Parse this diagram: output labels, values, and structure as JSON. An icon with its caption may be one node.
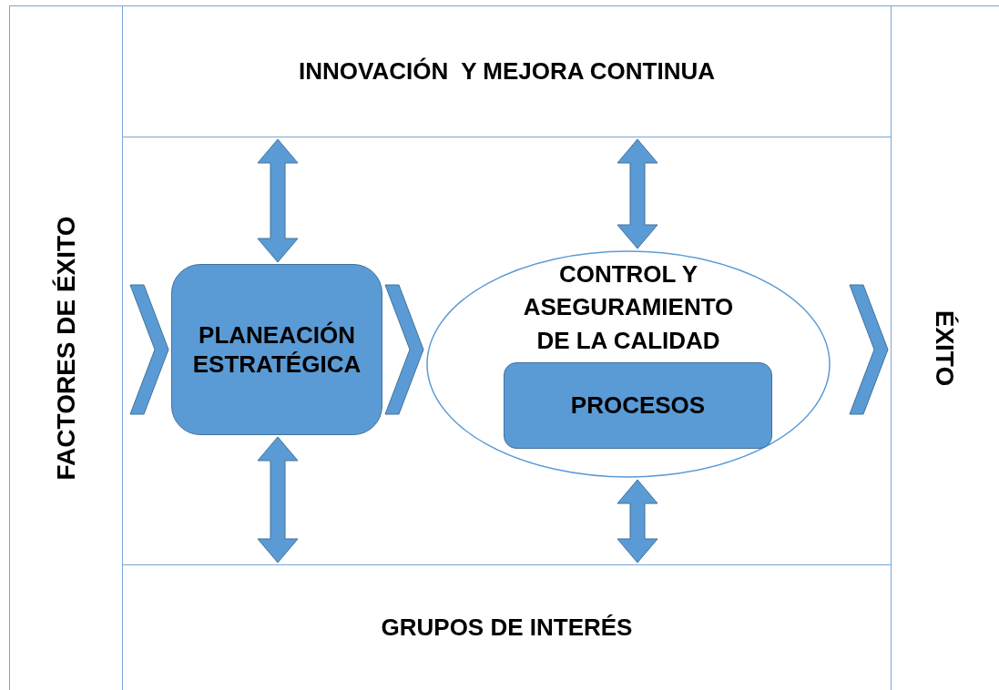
{
  "diagram": {
    "nodes": [
      {
        "text": [
          "FACTORES DE ÉXITO"
        ]
      },
      {
        "text": [
          "INNOVACIÓN  Y MEJORA CONTINUA"
        ]
      },
      {
        "text": [
          "GRUPOS DE INTERÉS"
        ]
      },
      {
        "text": [
          "ÉXITO"
        ]
      },
      {
        "text": [
          "PLANEACIÓN ESTRATÉGICA"
        ]
      },
      {
        "text": [
          "CONTROL Y ASEGURAMIENTO DE LA CALIDAD"
        ]
      },
      {
        "text": [
          "PROCESOS"
        ],
        "in": 5
      }
    ],
    "edges": [
      {
        "from": 0,
        "to": 4,
        "arrow": "to"
      },
      {
        "from": 4,
        "to": 5,
        "arrow": "to"
      },
      {
        "from": 5,
        "to": 3,
        "arrow": "to"
      },
      {
        "from": 4,
        "to": 1,
        "arrow": "both"
      },
      {
        "from": 4,
        "to": 2,
        "arrow": "both"
      },
      {
        "from": 5,
        "to": 1,
        "arrow": "both"
      },
      {
        "from": 5,
        "to": 2,
        "arrow": "both"
      }
    ]
  }
}
